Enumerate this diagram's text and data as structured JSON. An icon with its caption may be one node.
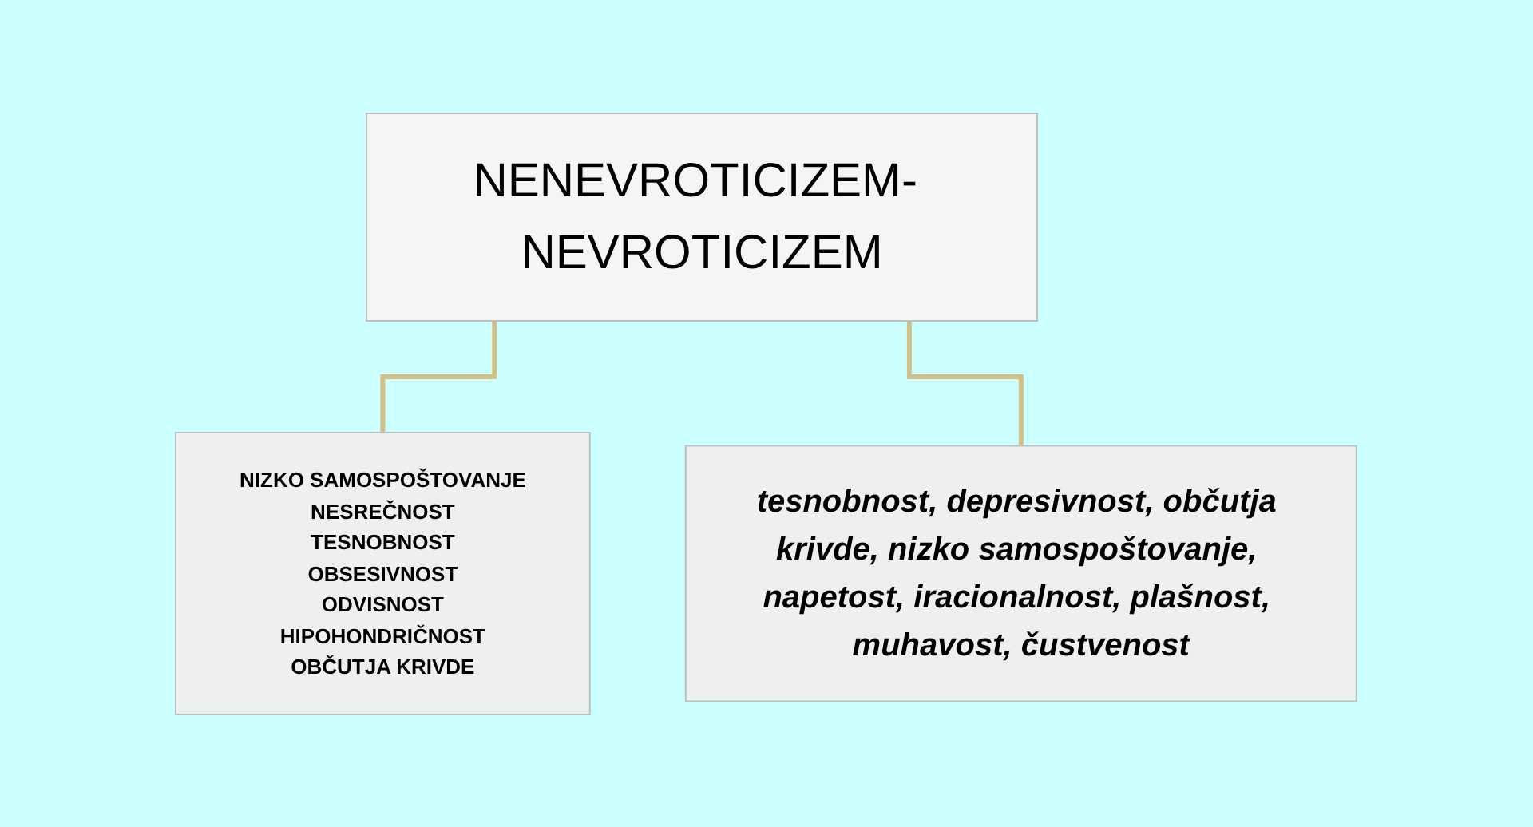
{
  "diagram": {
    "nodes": [
      {
        "text": [
          "NENEVROTICIZEM- NEVROTICIZEM"
        ]
      },
      {
        "text": [
          "NIZKO SAMOSPOŠTOVANJE",
          "NESREČNOST",
          "TESNOBNOST",
          "OBSESIVNOST",
          "ODVISNOST",
          "HIPOHONDRIČNOST",
          "OBČUTJA KRIVDE"
        ]
      },
      {
        "text": [
          "tesnobnost, depresivnost, občutja krivde, nizko samospoštovanje, napetost, iracionalnost, plašnost, muhavost, čustvenost"
        ]
      }
    ],
    "edges": [
      {
        "from": 0,
        "to": 1,
        "arrow": "none"
      },
      {
        "from": 0,
        "to": 2,
        "arrow": "none"
      }
    ]
  }
}
